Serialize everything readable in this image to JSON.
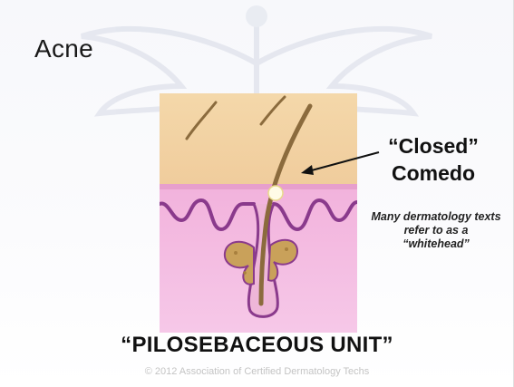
{
  "slide": {
    "title": "Acne",
    "closed_label": "“Closed”",
    "comedo_label": "Comedo",
    "note_line1": "Many dermatology texts",
    "note_line2": "refer to as a",
    "note_line3": "“whitehead”",
    "unit_label": "“PILOSEBACEOUS UNIT”",
    "copyright": "© 2012 Association of Certified Dermatology Techs"
  },
  "colors": {
    "epidermis": "#f2d2a4",
    "dermis": "#f1b6dd",
    "wave": "#8a3a8c",
    "hair": "#8b6b3d",
    "gland": "#c9a15a",
    "comedo": "#fffbe6"
  }
}
